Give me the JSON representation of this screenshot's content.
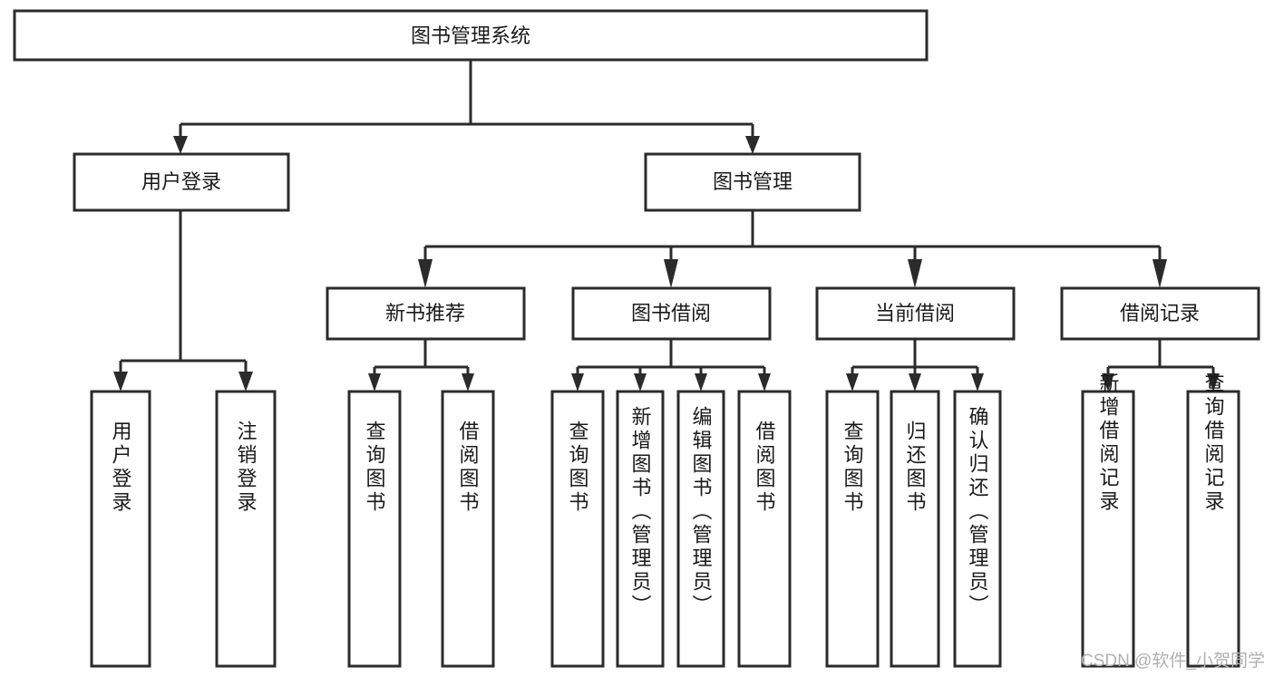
{
  "diagram": {
    "type": "hierarchy-tree",
    "title": "图书管理系统",
    "watermark": "CSDN @软件_小贺同学",
    "colors": {
      "background": "#ffffff",
      "stroke": "#2b2b2b",
      "node_fill": "#ffffff",
      "label": "#1a1a1a",
      "watermark": "#b0b0b0"
    },
    "levels": [
      {
        "level": 1,
        "nodes": [
          {
            "id": "root",
            "label": "图书管理系统",
            "orientation": "horizontal"
          }
        ]
      },
      {
        "level": 2,
        "nodes": [
          {
            "id": "user-login",
            "label": "用户登录",
            "orientation": "horizontal",
            "parent": "root"
          },
          {
            "id": "book-manage",
            "label": "图书管理",
            "orientation": "horizontal",
            "parent": "root"
          }
        ]
      },
      {
        "level": 3,
        "nodes": [
          {
            "id": "new-book-rec",
            "label": "新书推荐",
            "orientation": "horizontal",
            "parent": "book-manage"
          },
          {
            "id": "book-borrow",
            "label": "图书借阅",
            "orientation": "horizontal",
            "parent": "book-manage"
          },
          {
            "id": "current-borrow",
            "label": "当前借阅",
            "orientation": "horizontal",
            "parent": "book-manage"
          },
          {
            "id": "borrow-record",
            "label": "借阅记录",
            "orientation": "horizontal",
            "parent": "book-manage"
          }
        ]
      },
      {
        "level": 4,
        "nodes": [
          {
            "id": "leaf-user-login",
            "label": "用户登录",
            "orientation": "vertical",
            "parent": "user-login"
          },
          {
            "id": "leaf-logout",
            "label": "注销登录",
            "orientation": "vertical",
            "parent": "user-login"
          },
          {
            "id": "leaf-query-book-1",
            "label": "查询图书",
            "orientation": "vertical",
            "parent": "new-book-rec"
          },
          {
            "id": "leaf-borrow-book-1",
            "label": "借阅图书",
            "orientation": "vertical",
            "parent": "new-book-rec"
          },
          {
            "id": "leaf-query-book-2",
            "label": "查询图书",
            "orientation": "vertical",
            "parent": "book-borrow"
          },
          {
            "id": "leaf-add-book",
            "label": "新增图书（管理员）",
            "orientation": "vertical",
            "parent": "book-borrow"
          },
          {
            "id": "leaf-edit-book",
            "label": "编辑图书（管理员）",
            "orientation": "vertical",
            "parent": "book-borrow"
          },
          {
            "id": "leaf-borrow-book-2",
            "label": "借阅图书",
            "orientation": "vertical",
            "parent": "book-borrow"
          },
          {
            "id": "leaf-query-book-3",
            "label": "查询图书",
            "orientation": "vertical",
            "parent": "current-borrow"
          },
          {
            "id": "leaf-return-book",
            "label": "归还图书",
            "orientation": "vertical",
            "parent": "current-borrow"
          },
          {
            "id": "leaf-confirm-return",
            "label": "确认归还（管理员）",
            "orientation": "vertical",
            "parent": "current-borrow"
          },
          {
            "id": "leaf-add-record",
            "label": "新增借阅记录",
            "orientation": "vertical",
            "parent": "borrow-record"
          },
          {
            "id": "leaf-query-record",
            "label": "查询借阅记录",
            "orientation": "vertical",
            "parent": "borrow-record"
          }
        ]
      }
    ]
  }
}
